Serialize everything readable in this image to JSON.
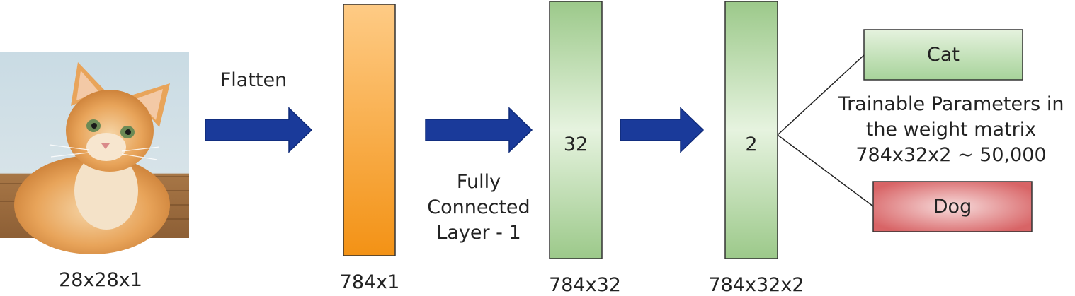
{
  "input": {
    "image_name": "kitten-photo",
    "dimension_label": "28x28x1"
  },
  "arrows": {
    "flatten_label": "Flatten",
    "fc_label_lines": [
      "Fully",
      "Connected",
      "Layer - 1"
    ]
  },
  "layers": [
    {
      "name": "flattened-vector",
      "inner_label": "",
      "dimension_label": "784x1",
      "color_top": "#fecb85",
      "color_bottom": "#f39215"
    },
    {
      "name": "hidden-layer",
      "inner_label": "32",
      "dimension_label": "784x32",
      "color_edge": "#9cc98a",
      "color_mid": "#e6f3df"
    },
    {
      "name": "output-layer",
      "inner_label": "2",
      "dimension_label": "784x32x2",
      "color_edge": "#9cc98a",
      "color_mid": "#e6f3df"
    }
  ],
  "outputs": [
    {
      "name": "cat",
      "label": "Cat",
      "color_edge": "#a7d39a",
      "color_mid": "#e5f2de"
    },
    {
      "name": "dog",
      "label": "Dog",
      "color_edge": "#d86466",
      "color_mid": "#f5cfd0"
    }
  ],
  "note_lines": [
    "Trainable Parameters in",
    "the weight matrix",
    "784x32x2 ~ 50,000"
  ],
  "arrow_color": "#1a3a9a"
}
